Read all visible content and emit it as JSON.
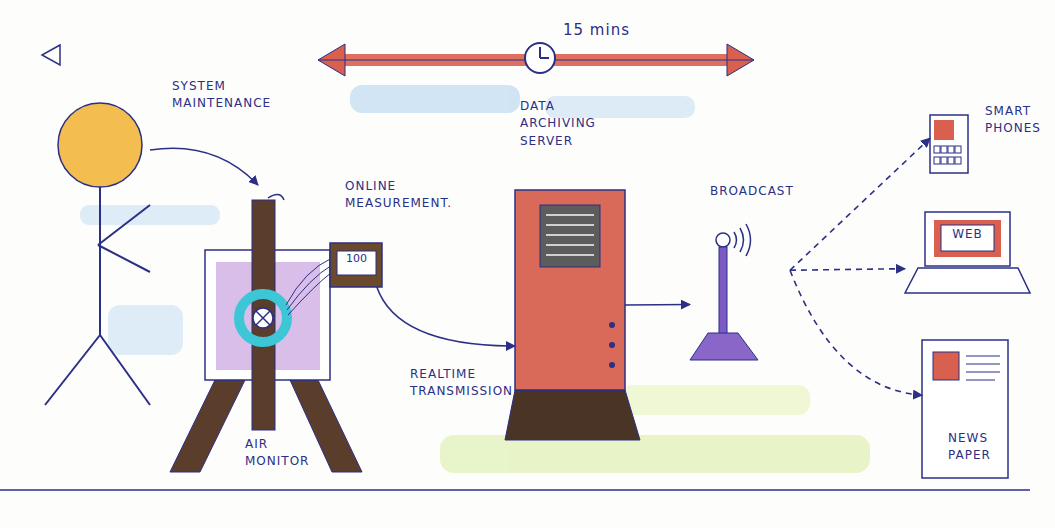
{
  "diagram": {
    "nodes": [
      {
        "text": [
          "AIR MONITOR"
        ]
      },
      {
        "text": [
          "ONLINE MEASUREMENT.",
          "100"
        ]
      },
      {
        "text": [
          "DATA ARCHIVING SERVER"
        ]
      },
      {
        "text": [
          "BROADCAST"
        ]
      },
      {
        "text": [
          "SMART PHONES"
        ]
      },
      {
        "text": [
          "WEB"
        ]
      },
      {
        "text": [
          "NEWS PAPER"
        ]
      }
    ],
    "edges": [
      {
        "from": 1,
        "to": 2,
        "arrow": "to",
        "label": "REALTIME TRANSMISSION"
      },
      {
        "from": 2,
        "to": 3,
        "arrow": "to"
      },
      {
        "from": 3,
        "to": 4,
        "arrow": "to"
      },
      {
        "from": 3,
        "to": 5,
        "arrow": "to"
      },
      {
        "from": 3,
        "to": 6,
        "arrow": "to"
      }
    ],
    "labels": [
      "15 mins",
      "SYSTEM MAINTENANCE"
    ]
  }
}
